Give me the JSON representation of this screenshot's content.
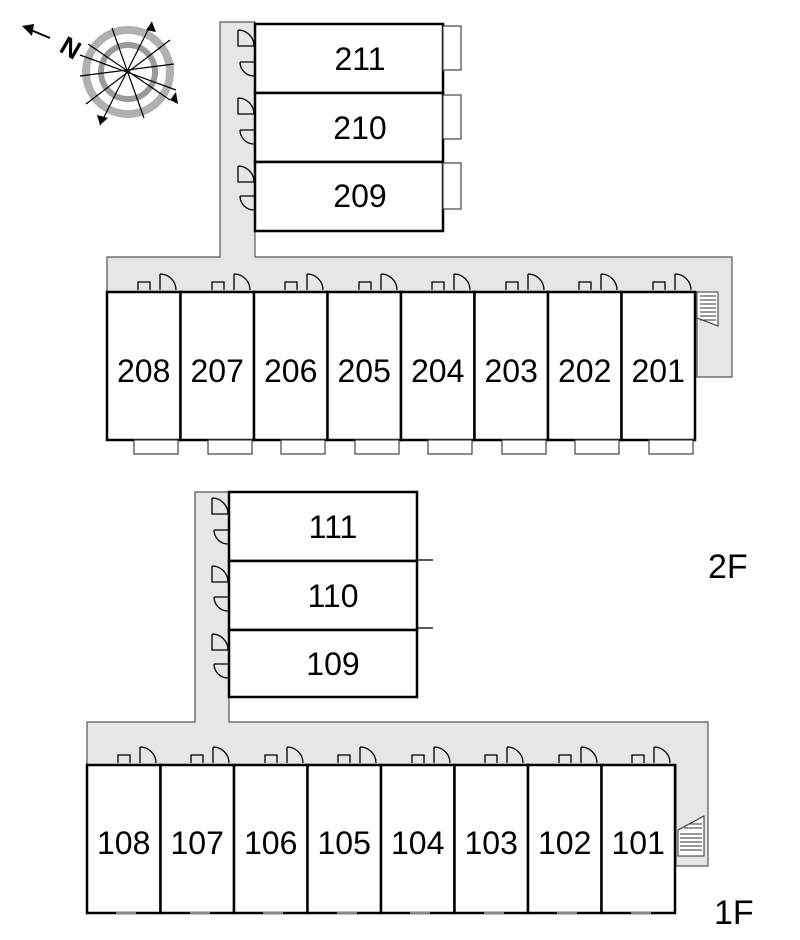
{
  "compass": {
    "north_label": "N",
    "icon": "compass-rose-icon"
  },
  "floors": [
    {
      "label": "2F",
      "side_rooms": [
        "211",
        "210",
        "209"
      ],
      "row_rooms": [
        "208",
        "207",
        "206",
        "205",
        "204",
        "203",
        "202",
        "201"
      ]
    },
    {
      "label": "1F",
      "side_rooms": [
        "111",
        "110",
        "109"
      ],
      "row_rooms": [
        "108",
        "107",
        "106",
        "105",
        "104",
        "103",
        "102",
        "101"
      ]
    }
  ],
  "colors": {
    "corridor": "#e6e6e6",
    "walls": "#000000",
    "background": "#ffffff"
  }
}
